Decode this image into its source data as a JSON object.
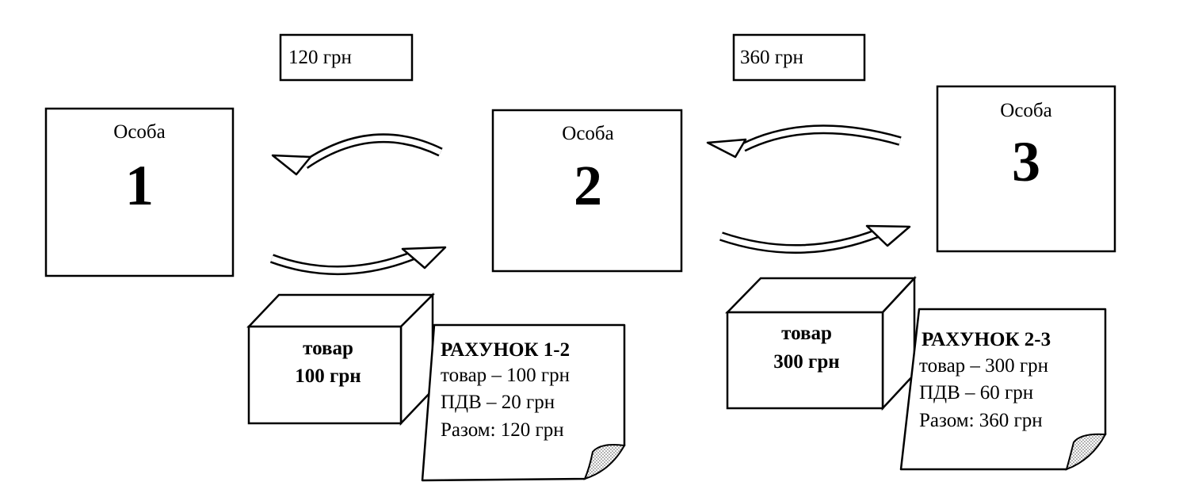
{
  "payments": [
    {
      "amount": "120 грн"
    },
    {
      "amount": "360 грн"
    }
  ],
  "persons": [
    {
      "label": "Особа",
      "number": "1"
    },
    {
      "label": "Особа",
      "number": "2"
    },
    {
      "label": "Особа",
      "number": "3"
    }
  ],
  "goods": [
    {
      "line1": "товар",
      "line2": "100 грн"
    },
    {
      "line1": "товар",
      "line2": "300 грн"
    }
  ],
  "invoices": [
    {
      "title": "РАХУНОК 1-2",
      "goods_line": "товар – 100 грн",
      "vat_line": "ПДВ – 20 грн",
      "total_line": "Разом: 120 грн"
    },
    {
      "title": "РАХУНОК 2-3",
      "goods_line": "товар – 300 грн",
      "vat_line": "ПДВ – 60 грн",
      "total_line": "Разом: 360 грн"
    }
  ]
}
